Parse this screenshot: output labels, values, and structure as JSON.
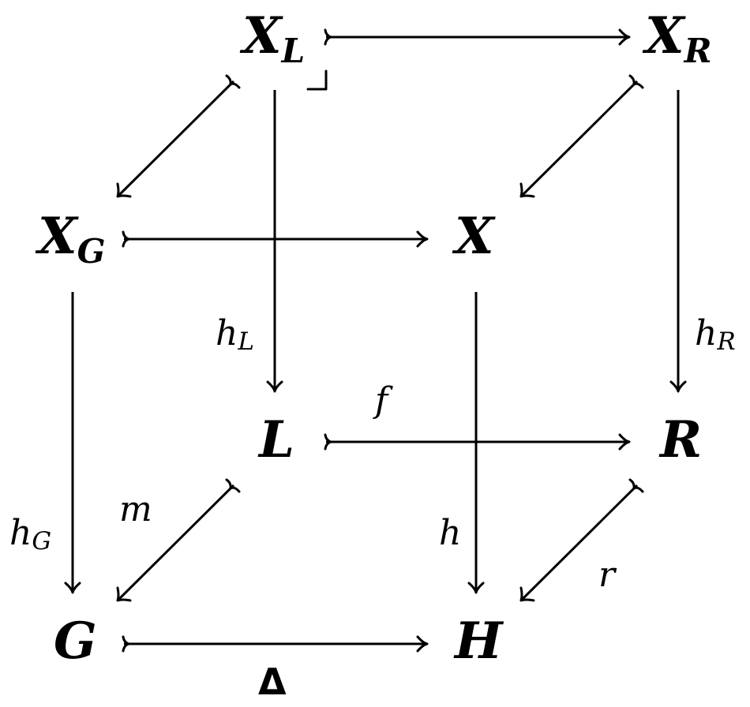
{
  "objects": {
    "XL": {
      "main": "X",
      "sub": "L"
    },
    "XR": {
      "main": "X",
      "sub": "R"
    },
    "XG": {
      "main": "X",
      "sub": "G"
    },
    "X": {
      "main": "X",
      "sub": ""
    },
    "L": {
      "main": "L",
      "sub": ""
    },
    "R": {
      "main": "R",
      "sub": ""
    },
    "G": {
      "main": "G",
      "sub": ""
    },
    "H": {
      "main": "H",
      "sub": ""
    }
  },
  "morphism_labels": {
    "hL": {
      "main": "h",
      "sub": "L"
    },
    "hR": {
      "main": "h",
      "sub": "R"
    },
    "hG": {
      "main": "h",
      "sub": "G"
    },
    "h": {
      "main": "h",
      "sub": ""
    },
    "f": {
      "main": "f",
      "sub": ""
    },
    "m": {
      "main": "m",
      "sub": ""
    },
    "r": {
      "main": "r",
      "sub": ""
    },
    "delta": {
      "main": "Δ",
      "sub": ""
    }
  },
  "morphisms": [
    {
      "from": "XL",
      "to": "XR",
      "kind": "mono"
    },
    {
      "from": "XL",
      "to": "XG",
      "kind": "mono"
    },
    {
      "from": "XR",
      "to": "X",
      "kind": "mono"
    },
    {
      "from": "XG",
      "to": "X",
      "kind": "mono"
    },
    {
      "from": "XL",
      "to": "L",
      "kind": "plain",
      "label": "hL"
    },
    {
      "from": "XR",
      "to": "R",
      "kind": "plain",
      "label": "hR"
    },
    {
      "from": "XG",
      "to": "G",
      "kind": "plain",
      "label": "hG"
    },
    {
      "from": "X",
      "to": "H",
      "kind": "plain",
      "label": "h"
    },
    {
      "from": "L",
      "to": "R",
      "kind": "mono",
      "label": "f"
    },
    {
      "from": "L",
      "to": "G",
      "kind": "mono",
      "label": "m"
    },
    {
      "from": "R",
      "to": "H",
      "kind": "mono",
      "label": "r"
    },
    {
      "from": "G",
      "to": "H",
      "kind": "mono",
      "label": "delta"
    }
  ],
  "pullback_corner": "XL"
}
